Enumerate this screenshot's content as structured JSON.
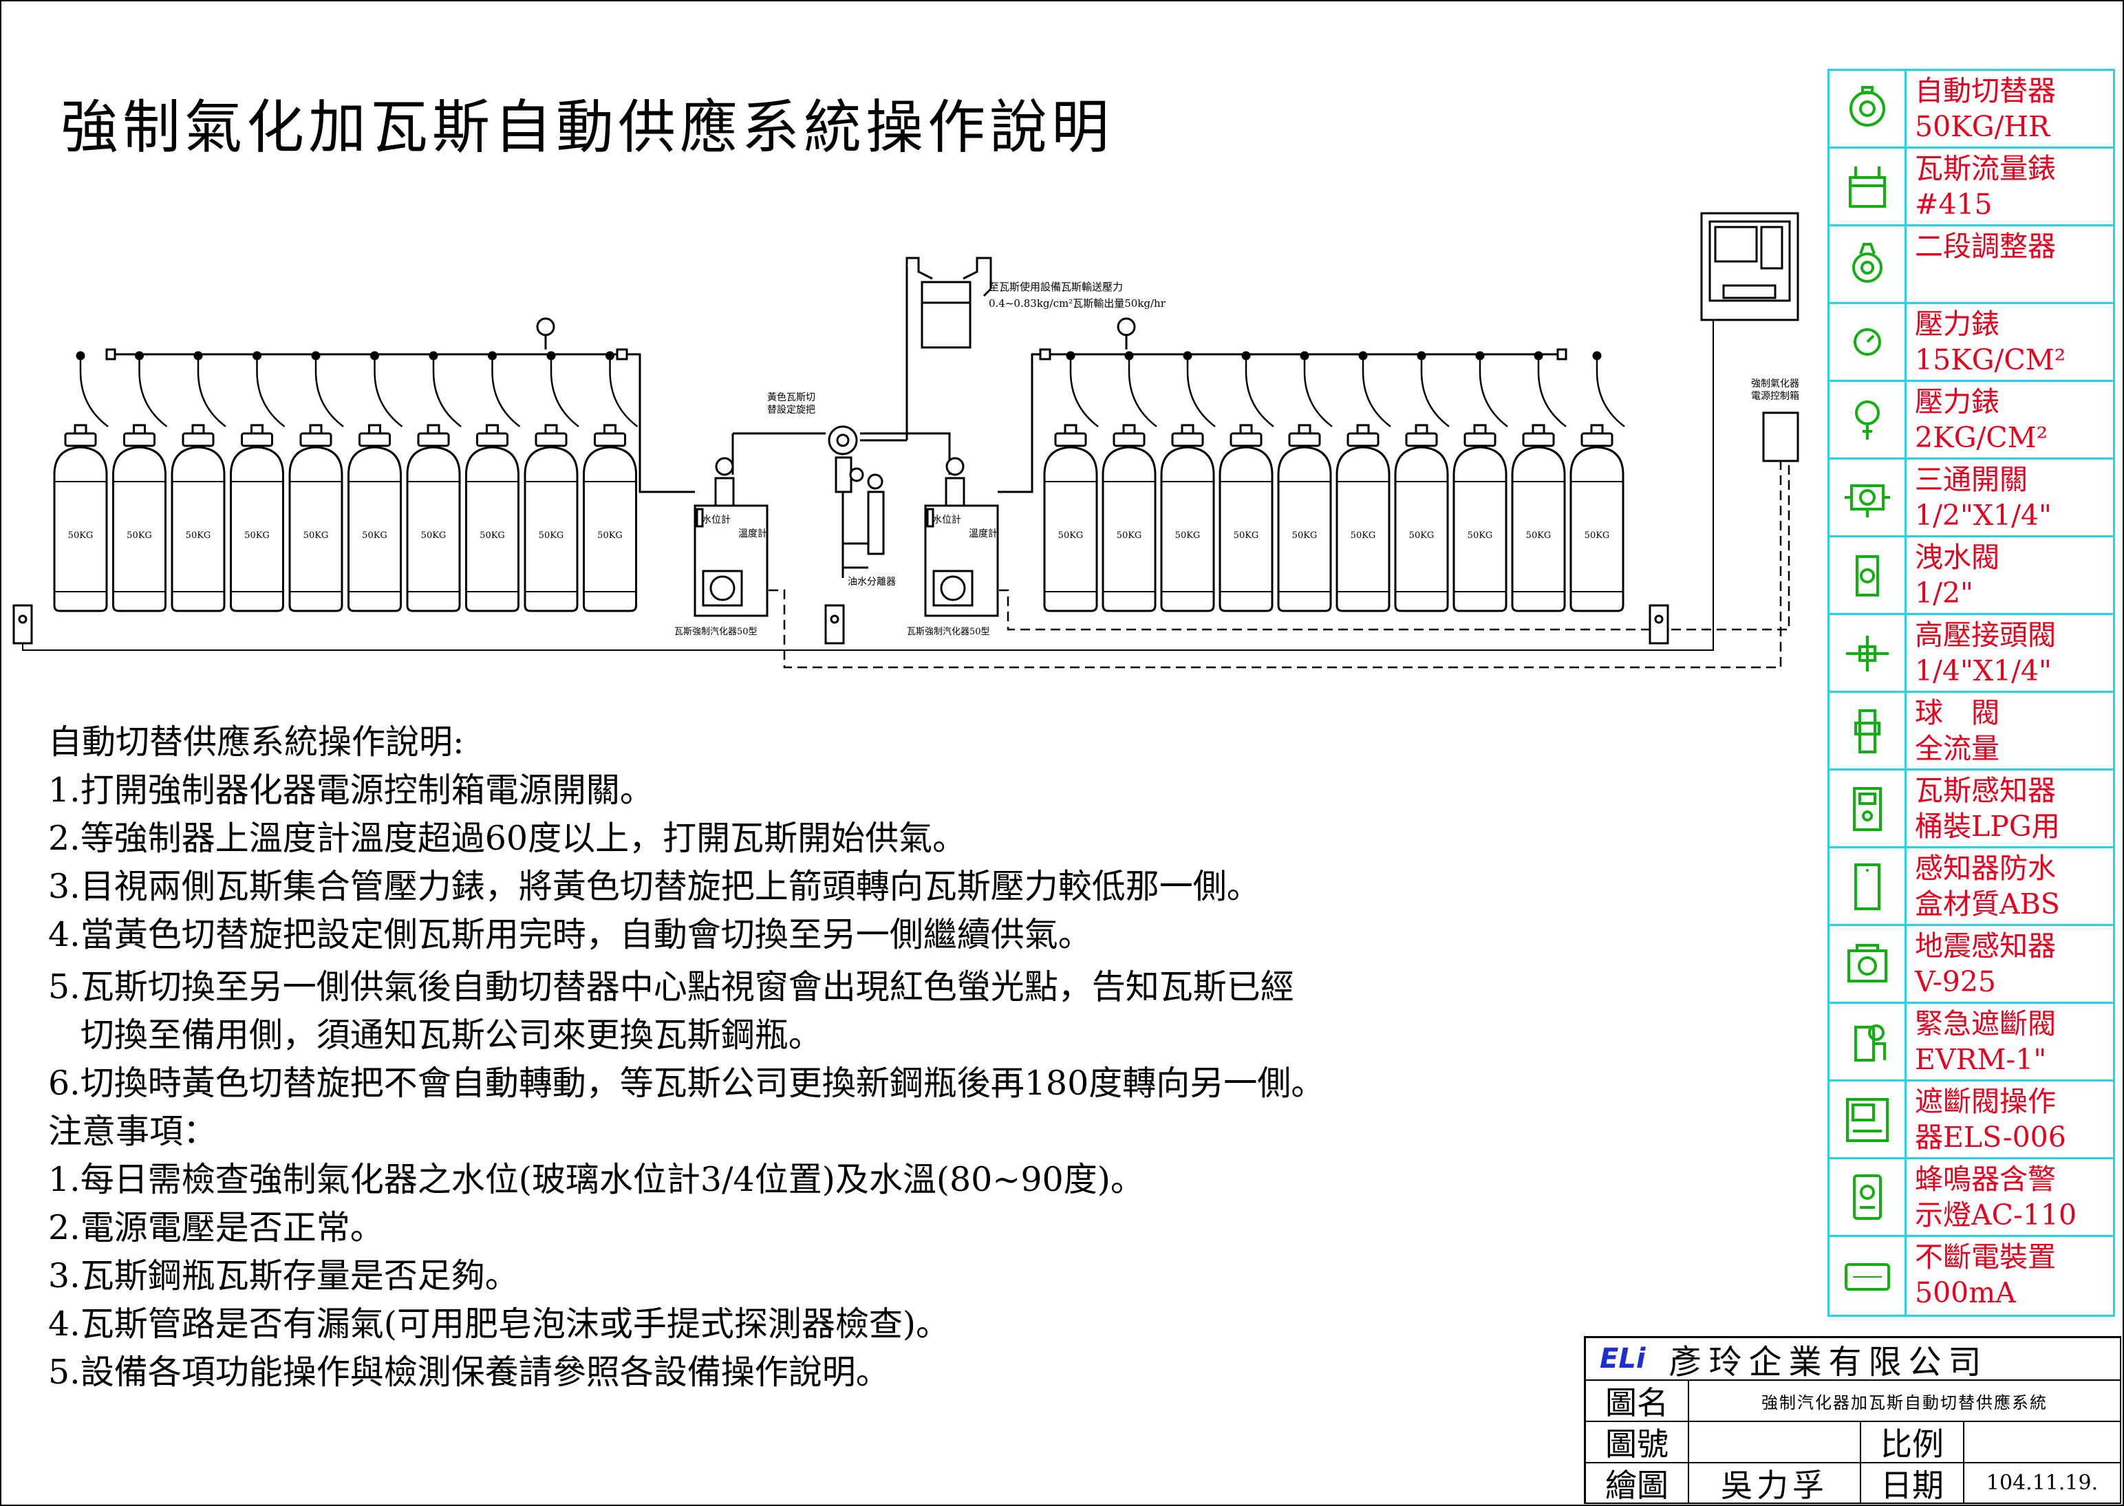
{
  "title": "強制氣化加瓦斯自動供應系統操作說明",
  "diagram": {
    "cylinder_label": "50KG",
    "outlet_note": [
      "至瓦斯使用設備瓦斯輸送壓力",
      "0.4~0.83kg/cm²瓦斯輸出量50kg/hr"
    ],
    "switch_note": [
      "黃色瓦斯切",
      "替設定旋把"
    ],
    "control_box_note": [
      "強制氣化器",
      "電源控制箱"
    ],
    "water_level_label": "水位計",
    "thermometer_label": "溫度計",
    "oil_water_separator": "油水分離器",
    "vaporizer_label": "瓦斯強制汽化器50型"
  },
  "instructions": {
    "heading": "自動切替供應系統操作說明:",
    "steps": [
      "1.打開強制器化器電源控制箱電源開關。",
      "2.等強制器上溫度計溫度超過60度以上，打開瓦斯開始供氣。",
      "3.目視兩側瓦斯集合管壓力錶，將黃色切替旋把上箭頭轉向瓦斯壓力較低那一側。",
      "4.當黃色切替旋把設定側瓦斯用完時，自動會切換至另一側繼續供氣。",
      "5.瓦斯切換至另一側供氣後自動切替器中心點視窗會出現紅色螢光點，告知瓦斯已經",
      "   切換至備用側，須通知瓦斯公司來更換瓦斯鋼瓶。",
      "6.切換時黃色切替旋把不會自動轉動，等瓦斯公司更換新鋼瓶後再180度轉向另一側。"
    ],
    "notes_heading": "注意事項：",
    "notes": [
      "1.每日需檢查強制氣化器之水位(玻璃水位計3/4位置)及水溫(80~90度)。",
      "2.電源電壓是否正常。",
      "3.瓦斯鋼瓶瓦斯存量是否足夠。",
      "4.瓦斯管路是否有漏氣(可用肥皂泡沫或手提式探測器檢查)。",
      "5.設備各項功能操作與檢測保養請參照各設備操作說明。"
    ]
  },
  "legend": [
    {
      "icon": "auto-switch-icon",
      "line1": "自動切替器",
      "line2": "50KG/HR"
    },
    {
      "icon": "gas-meter-icon",
      "line1": "瓦斯流量錶",
      "line2": "#415"
    },
    {
      "icon": "regulator-icon",
      "line1": "二段調整器",
      "line2": ""
    },
    {
      "icon": "pressure-gauge-icon",
      "line1": "壓力錶",
      "line2": "15KG/CM²"
    },
    {
      "icon": "pressure-gauge-small-icon",
      "line1": "壓力錶",
      "line2": "2KG/CM²"
    },
    {
      "icon": "three-way-valve-icon",
      "line1": "三通開關",
      "line2": "1/2\"X1/4\""
    },
    {
      "icon": "drain-valve-icon",
      "line1": "洩水閥",
      "line2": "1/2\""
    },
    {
      "icon": "high-pressure-valve-icon",
      "line1": "高壓接頭閥",
      "line2": "1/4\"X1/4\""
    },
    {
      "icon": "ball-valve-icon",
      "line1": "球　閥",
      "line2": "全流量"
    },
    {
      "icon": "gas-detector-icon",
      "line1": "瓦斯感知器",
      "line2": "桶裝LPG用"
    },
    {
      "icon": "waterproof-box-icon",
      "line1": "感知器防水",
      "line2": "盒材質ABS"
    },
    {
      "icon": "seismic-sensor-icon",
      "line1": "地震感知器",
      "line2": "V-925"
    },
    {
      "icon": "emergency-shutoff-icon",
      "line1": "緊急遮斷閥",
      "line2": "EVRM-1\""
    },
    {
      "icon": "shutoff-controller-icon",
      "line1": "遮斷閥操作",
      "line2": "器ELS-006"
    },
    {
      "icon": "buzzer-icon",
      "line1": "蜂鳴器含警",
      "line2": "示燈AC-110"
    },
    {
      "icon": "ups-icon",
      "line1": "不斷電裝置",
      "line2": "500mA"
    }
  ],
  "title_block": {
    "logo_text": "ELi",
    "company": "彥玲企業有限公司",
    "drawing_name_label": "圖名",
    "drawing_name": "強制汽化器加瓦斯自動切替供應系統",
    "drawing_no_label": "圖號",
    "drawing_no": "",
    "scale_label": "比例",
    "scale": "",
    "drawn_by_label": "繪圖",
    "drawn_by": "吳力孚",
    "date_label": "日期",
    "date": "104.11.19."
  },
  "colors": {
    "legend_border": "#22d4e6",
    "legend_text": "#e8001c",
    "legend_icon": "#10b010",
    "logo": "#1d2fd0"
  }
}
